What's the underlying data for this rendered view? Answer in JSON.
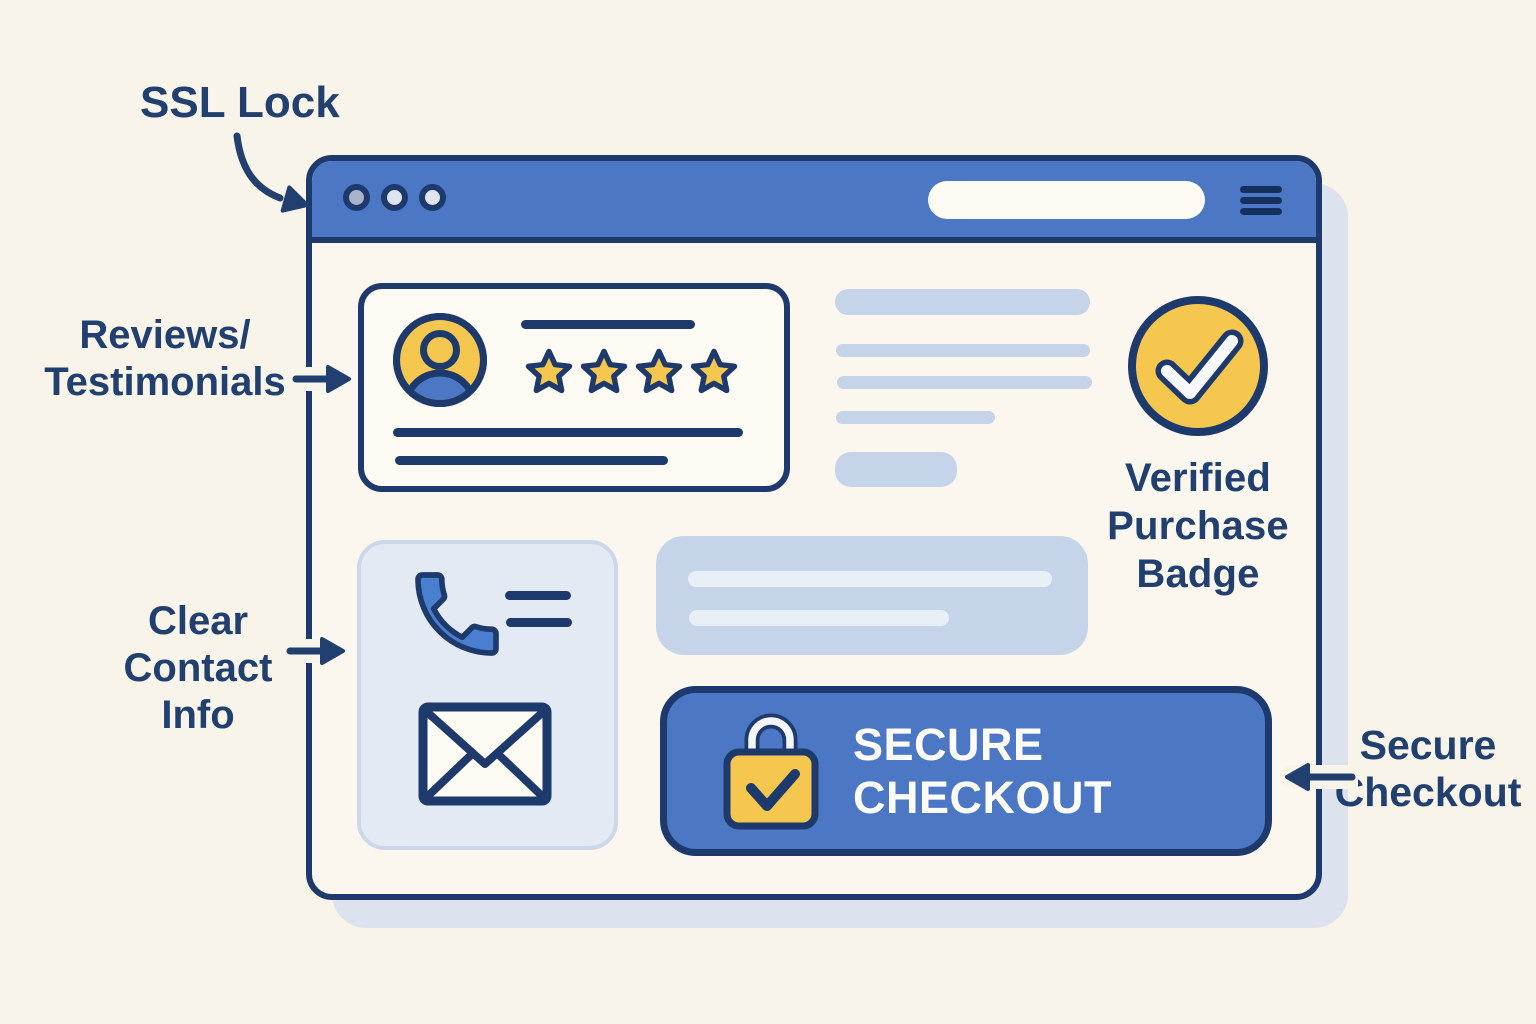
{
  "colors": {
    "background": "#f8f4ea",
    "navy": "#1e3a6c",
    "blue": "#4b77c5",
    "blue_accent": "#4a7ecf",
    "yellow": "#f6c74e",
    "cream_white": "#fdfbf4",
    "skeleton_blue": "#c6d4e9",
    "skeleton_light": "#e9eff7",
    "panel_blue": "#e3eaf4",
    "panel_border": "#cbd8ea",
    "shadow": "#dde3ee",
    "white_text": "#fdfcf8"
  },
  "annotations": {
    "ssl_lock": {
      "label": "SSL Lock"
    },
    "reviews": {
      "line1": "Reviews/",
      "line2": "Testimonials"
    },
    "clear_contact": {
      "line1": "Clear",
      "line2": "Contact",
      "line3": "Info"
    },
    "verified_badge": {
      "line1": "Verified",
      "line2": "Purchase",
      "line3": "Badge"
    },
    "secure_checkout": {
      "line1": "Secure",
      "line2": "Checkout"
    }
  },
  "browser": {
    "top_bar": {
      "window_dots": [
        "#a9b4cc",
        "#dfe4ee",
        "#dfe4ee"
      ]
    },
    "review_card": {
      "star_count": 4,
      "max_stars": 5
    },
    "checkout_button": {
      "line1": "SECURE",
      "line2": "CHECKOUT"
    }
  },
  "icons": {
    "browser_dots": "window-control-dots",
    "menu": "hamburger-menu-icon",
    "avatar": "user-avatar-icon",
    "stars": "star-icon",
    "verified": "check-circle-icon",
    "phone": "phone-icon",
    "email": "envelope-icon",
    "lock": "padlock-check-icon",
    "annotation_arrows": "arrow-icon"
  }
}
